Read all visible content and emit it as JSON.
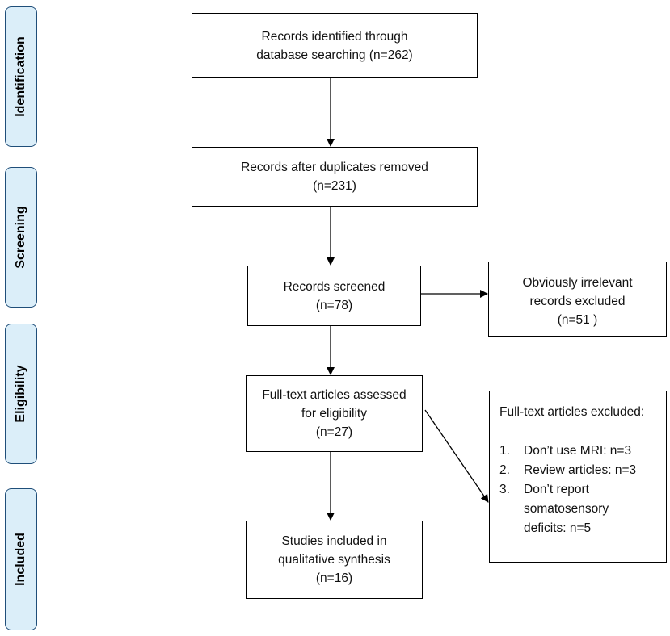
{
  "stages": [
    {
      "label": "Identification"
    },
    {
      "label": "Screening"
    },
    {
      "label": "Eligibility"
    },
    {
      "label": "Included"
    }
  ],
  "boxes": {
    "identified": {
      "line1": "Records identified through",
      "line2": "database searching (n=262)"
    },
    "after_duplicates": {
      "line1": "Records after duplicates removed",
      "line2": "(n=231)"
    },
    "screened": {
      "line1": "Records screened",
      "line2": "(n=78)"
    },
    "irrelevant": {
      "line1": "Obviously irrelevant",
      "line2": "records excluded",
      "line3": "(n=51 )"
    },
    "full_text": {
      "line1": "Full-text articles assessed",
      "line2": "for eligibility",
      "line3": "(n=27)"
    },
    "included": {
      "line1": "Studies included in",
      "line2": "qualitative synthesis",
      "line3": "(n=16)"
    },
    "excluded": {
      "heading": "Full-text articles excluded:",
      "items": [
        {
          "num": "1.",
          "line1": "Don’t use MRI: n=3"
        },
        {
          "num": "2.",
          "line1": "Review articles: n=3"
        },
        {
          "num": "3.",
          "line1": "Don’t report",
          "line2": "somatosensory",
          "line3": "deficits: n=5"
        }
      ]
    }
  }
}
